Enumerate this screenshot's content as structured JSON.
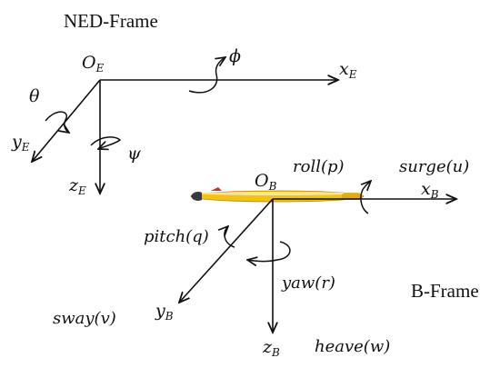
{
  "ned_frame": {
    "title": "NED-Frame",
    "origin": {
      "base": "O",
      "sub": "E"
    },
    "x_axis": {
      "base": "x",
      "sub": "E"
    },
    "y_axis": {
      "base": "y",
      "sub": "E"
    },
    "z_axis": {
      "base": "z",
      "sub": "E"
    },
    "roll_angle": "ϕ",
    "pitch_angle": "θ",
    "yaw_angle": "ψ"
  },
  "body_frame": {
    "title": "B-Frame",
    "origin": {
      "base": "O",
      "sub": "B"
    },
    "x_axis": {
      "base": "x",
      "sub": "B"
    },
    "y_axis": {
      "base": "y",
      "sub": "B"
    },
    "z_axis": {
      "base": "z",
      "sub": "B"
    },
    "surge": "surge(u)",
    "sway": "sway(v)",
    "heave": "heave(w)",
    "roll": "roll(p)",
    "pitch": "pitch(q)",
    "yaw": "yaw(r)"
  },
  "colors": {
    "line": "#111111",
    "vehicle_body": "#f2c21b",
    "vehicle_highlight": "#fde58a"
  }
}
